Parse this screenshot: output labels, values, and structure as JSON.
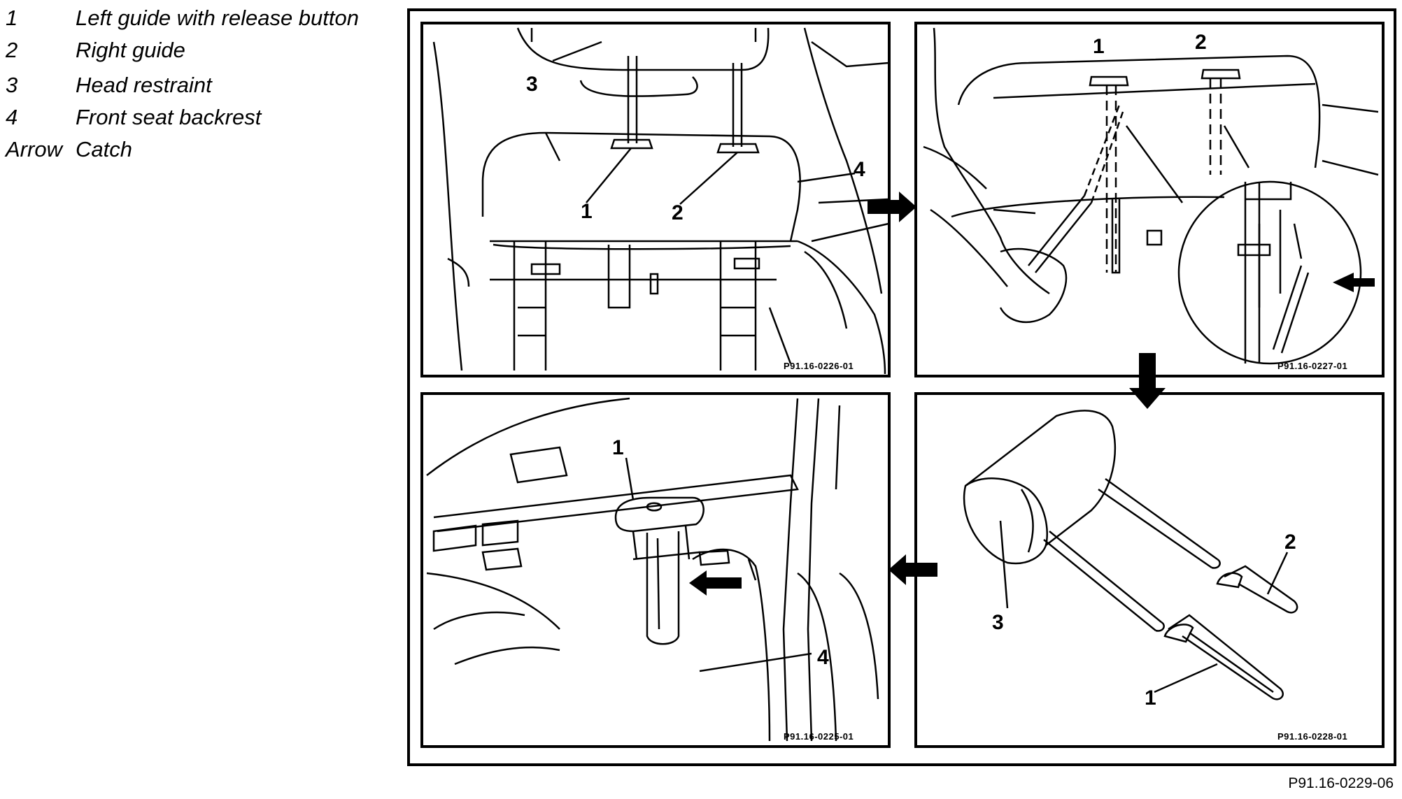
{
  "legend": [
    {
      "num": "1",
      "text": "Left guide with release button"
    },
    {
      "num": "2",
      "text": "Right guide"
    },
    {
      "num": "3",
      "text": "Head restraint"
    },
    {
      "num": "4",
      "text": "Front seat backrest"
    },
    {
      "num": "Arrow",
      "text": "Catch"
    }
  ],
  "panels": {
    "p1": {
      "code": "P91.16-0226-01",
      "labels": [
        "1",
        "2",
        "3",
        "4"
      ]
    },
    "p2": {
      "code": "P91.16-0227-01",
      "labels": [
        "1",
        "2"
      ]
    },
    "p3": {
      "code": "P91.16-0228-01",
      "labels": [
        "1",
        "2",
        "3"
      ]
    },
    "p4": {
      "code": "P91.16-0225-01",
      "labels": [
        "1",
        "4"
      ]
    }
  },
  "figure_code": "P91.16-0229-06",
  "colors": {
    "line": "#000000",
    "background": "#ffffff"
  }
}
